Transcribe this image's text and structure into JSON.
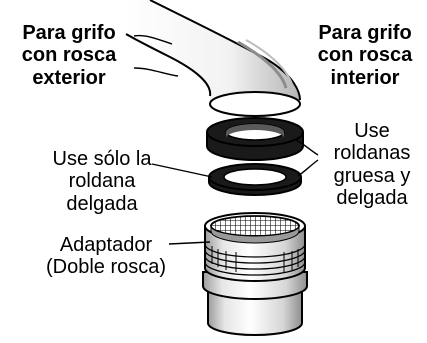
{
  "labels": {
    "external_thread": [
      "Para grifo",
      "con rosca",
      "exterior"
    ],
    "internal_thread": [
      "Para grifo",
      "con rosca",
      "interior"
    ],
    "thin_washer": [
      "Use sólo la",
      "roldana",
      "delgada"
    ],
    "both_washers": [
      "Use",
      "roldanas",
      "gruesa y",
      "delgada"
    ],
    "adapter": [
      "Adaptador",
      "(Doble rosca)"
    ]
  },
  "colors": {
    "ink": "#000000",
    "paper": "#ffffff",
    "washer_fill": "#1a1a1a",
    "shade": "#9a9a9a",
    "light_shade": "#d9d9d9"
  }
}
